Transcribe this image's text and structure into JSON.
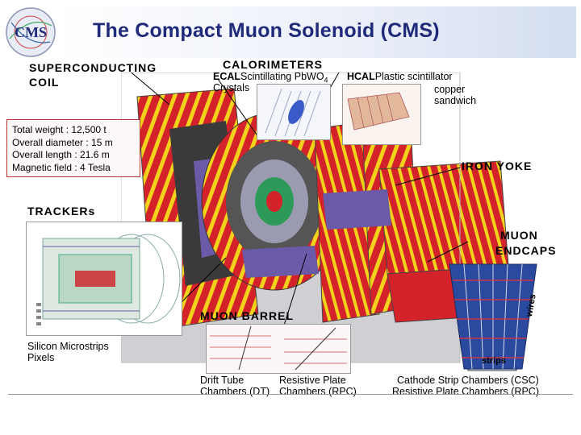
{
  "title": "The Compact Muon Solenoid (CMS)",
  "logo_text": "CMS",
  "labels": {
    "coil_line1": "SUPERCONDUCTING",
    "coil_line2": "COIL",
    "calorimeters": "CALORIMETERS",
    "ecal_name": "ECAL",
    "ecal_desc_1": "Scintillating PbWO",
    "ecal_desc_sub": "4",
    "ecal_desc_2": "Crystals",
    "hcal_name": "HCAL",
    "hcal_desc_1": "Plastic scintillator",
    "hcal_desc_2": "copper",
    "hcal_desc_3": "sandwich",
    "iron_yoke": "IRON YOKE",
    "trackers": "TRACKERs",
    "tracker_desc_1": "Silicon Microstrips",
    "tracker_desc_2": "Pixels",
    "muon_endcaps_1": "MUON",
    "muon_endcaps_2": "ENDCAPS",
    "muon_barrel": "MUON BARREL",
    "dt_1": "Drift Tube",
    "dt_2": "Chambers (DT)",
    "rpc_1": "Resistive Plate",
    "rpc_2": "Chambers (RPC)",
    "csc_1": "Cathode Strip Chambers (CSC)",
    "csc_2": "Resistive Plate Chambers (RPC)",
    "wires": "wires",
    "strips": "strips"
  },
  "specs": [
    "Total weight : 12,500 t",
    "Overall diameter : 15 m",
    "Overall length : 21.6 m",
    "Magnetic field : 4 Tesla"
  ],
  "colors": {
    "title": "#1f2a7a",
    "yoke_red": "#d4222a",
    "yoke_yellow": "#f2d21a",
    "barrel_purple": "#6a5aa8"
  }
}
